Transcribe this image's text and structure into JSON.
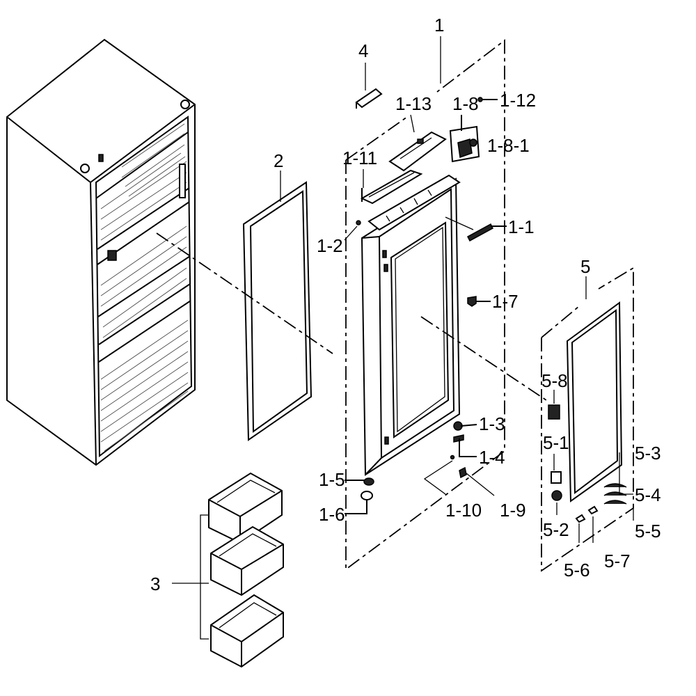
{
  "labels": {
    "l1": "1",
    "l2": "2",
    "l3": "3",
    "l4": "4",
    "l5": "5",
    "l1_1": "1-1",
    "l1_2": "1-2",
    "l1_3": "1-3",
    "l1_4": "1-4",
    "l1_5": "1-5",
    "l1_6": "1-6",
    "l1_7": "1-7",
    "l1_8": "1-8",
    "l1_8_1": "1-8-1",
    "l1_9": "1-9",
    "l1_10": "1-10",
    "l1_11": "1-11",
    "l1_12": "1-12",
    "l1_13": "1-13",
    "l5_1": "5-1",
    "l5_2": "5-2",
    "l5_3": "5-3",
    "l5_4": "5-4",
    "l5_5": "5-5",
    "l5_6": "5-6",
    "l5_7": "5-7",
    "l5_8": "5-8"
  }
}
